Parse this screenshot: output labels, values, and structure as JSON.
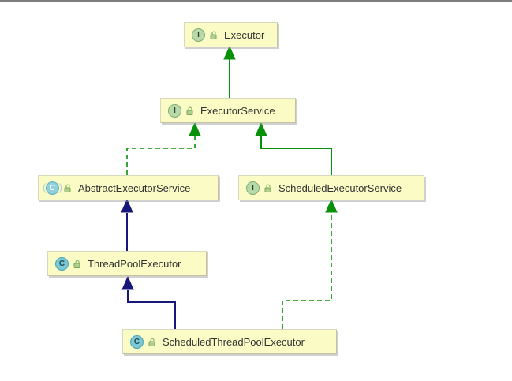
{
  "diagram": {
    "kind": "uml-class-diagram",
    "icon_letters": {
      "interface": "I",
      "class": "C"
    },
    "nodes": [
      {
        "id": "executor",
        "label": "Executor",
        "kind": "interface"
      },
      {
        "id": "executor-service",
        "label": "ExecutorService",
        "kind": "interface"
      },
      {
        "id": "abstract-executor-service",
        "label": "AbstractExecutorService",
        "kind": "abstract-class"
      },
      {
        "id": "scheduled-executor-service",
        "label": "ScheduledExecutorService",
        "kind": "interface"
      },
      {
        "id": "thread-pool-executor",
        "label": "ThreadPoolExecutor",
        "kind": "class"
      },
      {
        "id": "scheduled-thread-pool-executor",
        "label": "ScheduledThreadPoolExecutor",
        "kind": "class"
      }
    ],
    "edges": [
      {
        "from": "ExecutorService",
        "to": "Executor",
        "relation": "extends",
        "line": "solid",
        "color": "#089008"
      },
      {
        "from": "AbstractExecutorService",
        "to": "ExecutorService",
        "relation": "implements",
        "line": "dashed",
        "color": "#089008"
      },
      {
        "from": "ScheduledExecutorService",
        "to": "ExecutorService",
        "relation": "extends",
        "line": "solid",
        "color": "#089008"
      },
      {
        "from": "ThreadPoolExecutor",
        "to": "AbstractExecutorService",
        "relation": "extends",
        "line": "solid",
        "color": "#17177a"
      },
      {
        "from": "ScheduledThreadPoolExecutor",
        "to": "ThreadPoolExecutor",
        "relation": "extends",
        "line": "solid",
        "color": "#17177a"
      },
      {
        "from": "ScheduledThreadPoolExecutor",
        "to": "ScheduledExecutorService",
        "relation": "implements",
        "line": "dashed",
        "color": "#089008"
      }
    ],
    "colors": {
      "node_fill": "#fbfcc5",
      "node_border": "#c3c3a2",
      "extends_interface_green": "#089008",
      "extends_class_navy": "#17177a",
      "interface_icon_green": "#b9d9aa",
      "class_icon_teal": "#7ec8d4",
      "background": "#ffffff",
      "top_rule_gray": "#7e7e7e"
    }
  }
}
